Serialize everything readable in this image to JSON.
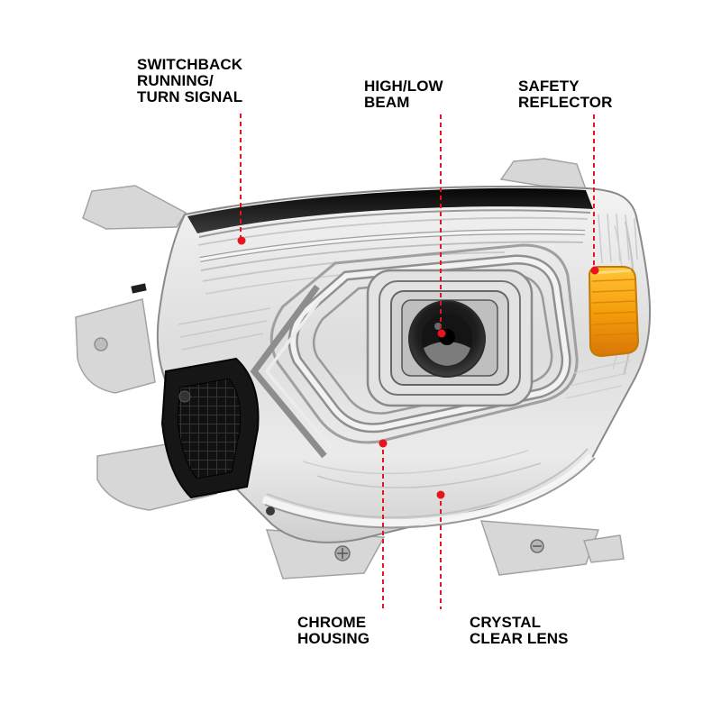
{
  "diagram": {
    "subject": "projector-headlight-annotated-diagram",
    "accent_color": "#e8131d",
    "colors": {
      "chrome": "#dcdcdc",
      "amber_reflector": "#f59e0b",
      "dark_housing": "#1a1a1a",
      "background": "#ffffff"
    },
    "callouts": [
      {
        "name": "switchback-running-turn-signal",
        "lines": [
          "SWITCHBACK",
          "RUNNING/",
          "TURN SIGNAL"
        ]
      },
      {
        "name": "high-low-beam",
        "lines": [
          "HIGH/LOW",
          "BEAM"
        ]
      },
      {
        "name": "safety-reflector",
        "lines": [
          "SAFETY",
          "REFLECTOR"
        ]
      },
      {
        "name": "chrome-housing",
        "lines": [
          "CHROME",
          "HOUSING"
        ]
      },
      {
        "name": "crystal-clear-lens",
        "lines": [
          "CRYSTAL",
          "CLEAR LENS"
        ]
      }
    ],
    "illustration_parts": [
      "chrome-housing",
      "led-running-light-strip",
      "projector-high-low-beam-lens",
      "amber-side-reflector",
      "black-mesh-bracket",
      "mounting-tabs",
      "crystal-clear-lens"
    ]
  }
}
